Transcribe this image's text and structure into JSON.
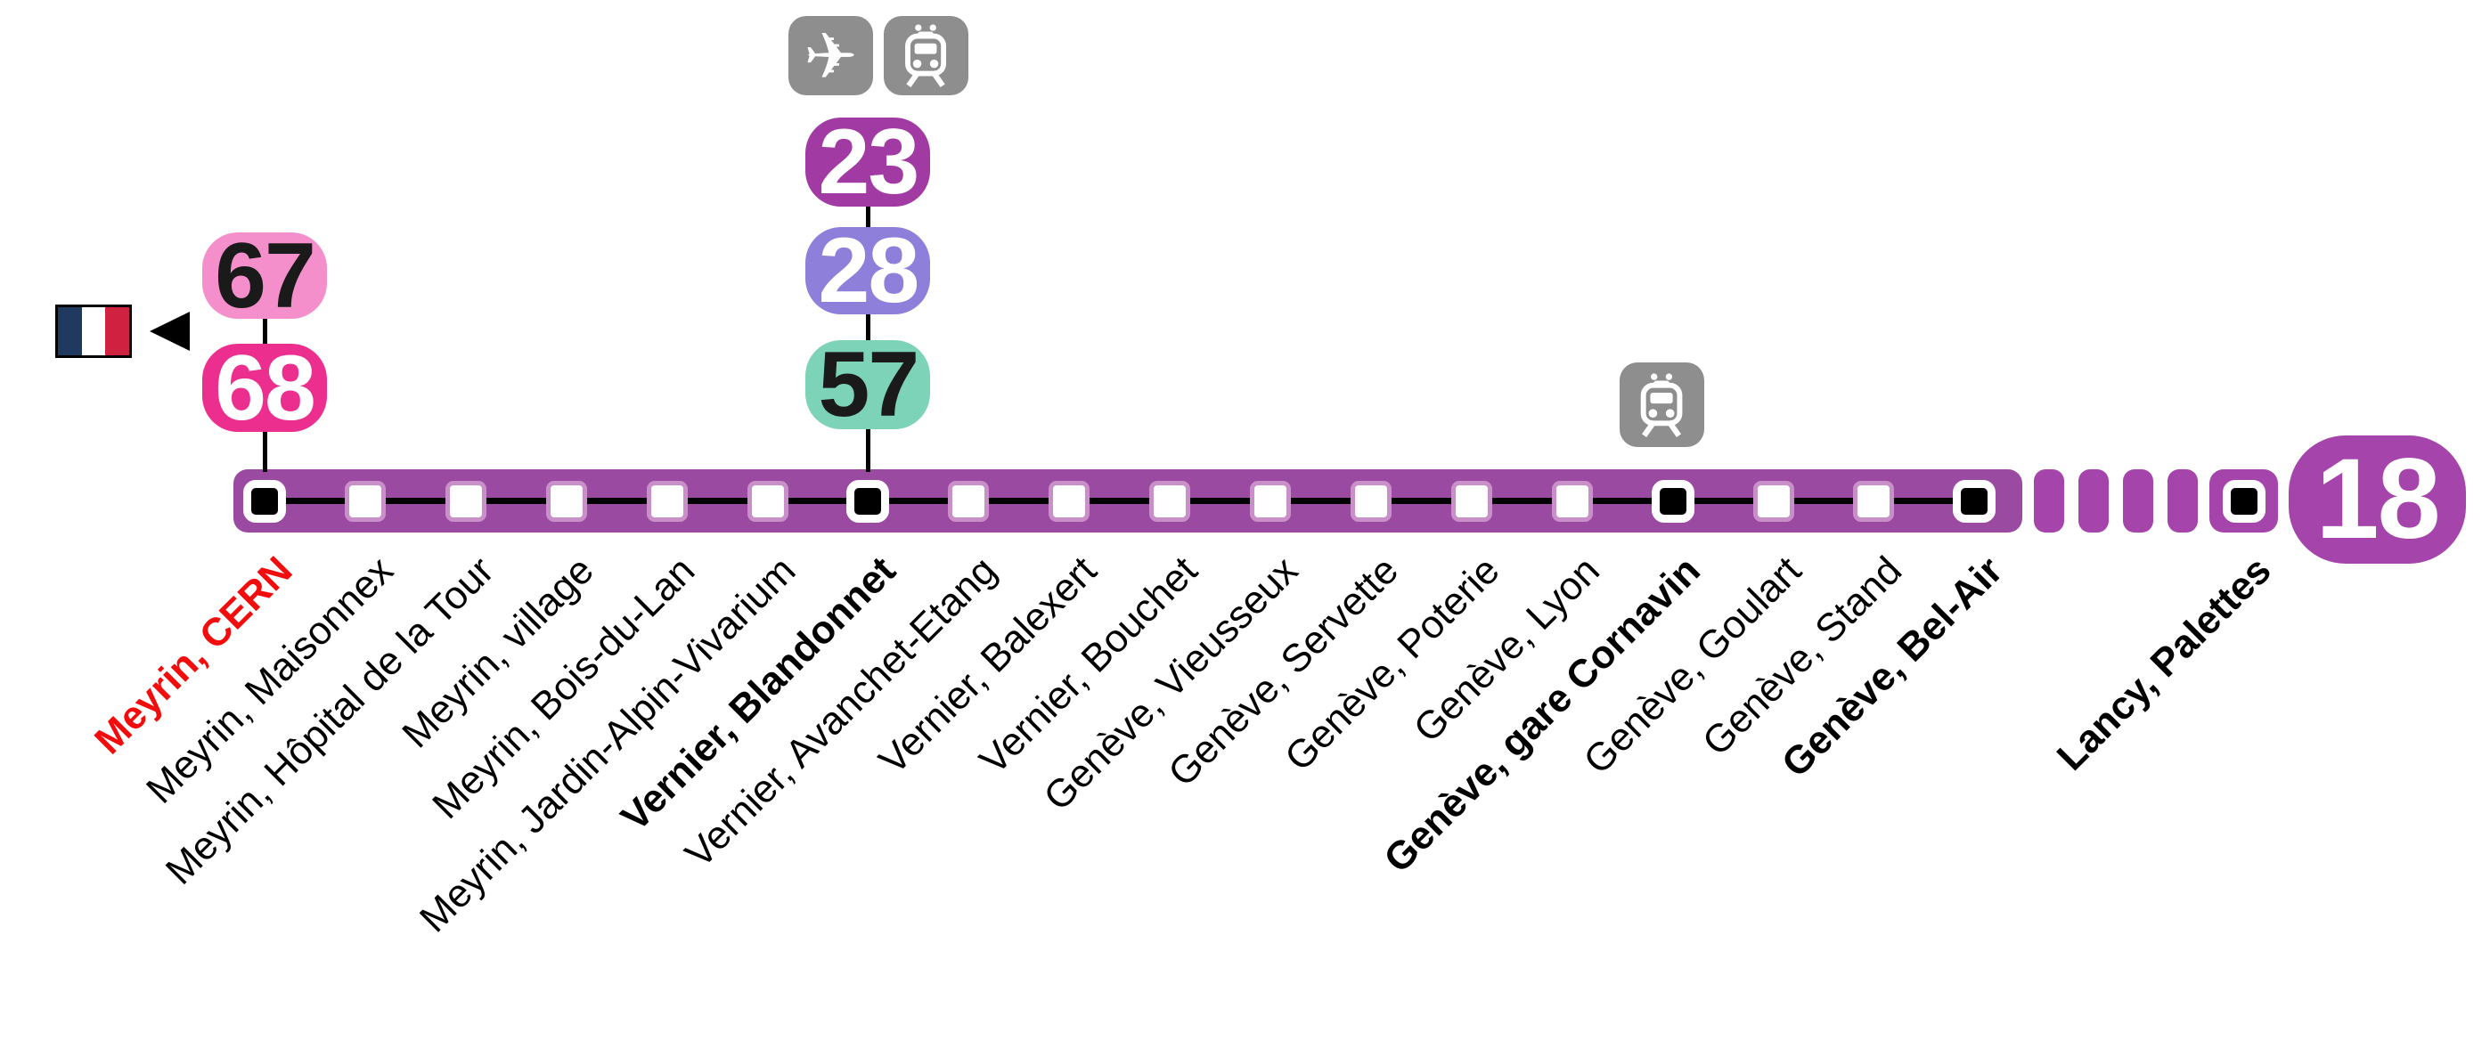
{
  "line": {
    "number": "18",
    "bar_color": "#9B4AA1",
    "accent_color": "#A545AB",
    "marker_halo_color": "#C98FC9",
    "connector_color": "#000000",
    "cern_label_color": "#F20C0C"
  },
  "terminus_badge": {
    "label": "18",
    "bg": "#A545AB",
    "fg": "#FFFFFF"
  },
  "direction": {
    "flag": "france-flag",
    "flag_colors": [
      "#1F3A5E",
      "#FFFFFF",
      "#D12140"
    ],
    "arrow": "left"
  },
  "transfer_icon_bg": "#8E8E8E",
  "connections": {
    "67": {
      "label": "67",
      "bg": "#F48FCB",
      "fg": "#1A1A1A"
    },
    "68": {
      "label": "68",
      "bg": "#EC2E8F",
      "fg": "#FFFFFF"
    },
    "23": {
      "label": "23",
      "bg": "#A13AA3",
      "fg": "#FFFFFF"
    },
    "28": {
      "label": "28",
      "bg": "#8E7FDB",
      "fg": "#FFFFFF"
    },
    "57": {
      "label": "57",
      "bg": "#7DD3B8",
      "fg": "#1A1A1A"
    }
  },
  "stops": [
    {
      "name": "Meyrin, CERN",
      "marker": "interchange",
      "bold": true,
      "red": true,
      "connections": [
        "67",
        "68"
      ],
      "icons": []
    },
    {
      "name": "Meyrin, Maisonnex",
      "marker": "regular",
      "bold": false,
      "red": false,
      "connections": [],
      "icons": []
    },
    {
      "name": "Meyrin, Hôpital de la Tour",
      "marker": "regular",
      "bold": false,
      "red": false,
      "connections": [],
      "icons": []
    },
    {
      "name": "Meyrin, village",
      "marker": "regular",
      "bold": false,
      "red": false,
      "connections": [],
      "icons": []
    },
    {
      "name": "Meyrin, Bois-du-Lan",
      "marker": "regular",
      "bold": false,
      "red": false,
      "connections": [],
      "icons": []
    },
    {
      "name": "Meyrin, Jardin-Alpin-Vivarium",
      "marker": "regular",
      "bold": false,
      "red": false,
      "connections": [],
      "icons": []
    },
    {
      "name": "Vernier, Blandonnet",
      "marker": "interchange",
      "bold": true,
      "red": false,
      "connections": [
        "23",
        "28",
        "57"
      ],
      "icons": [
        "airplane",
        "train"
      ]
    },
    {
      "name": "Vernier, Avanchet-Etang",
      "marker": "regular",
      "bold": false,
      "red": false,
      "connections": [],
      "icons": []
    },
    {
      "name": "Vernier, Balexert",
      "marker": "regular",
      "bold": false,
      "red": false,
      "connections": [],
      "icons": []
    },
    {
      "name": "Vernier, Bouchet",
      "marker": "regular",
      "bold": false,
      "red": false,
      "connections": [],
      "icons": []
    },
    {
      "name": "Genève, Vieusseux",
      "marker": "regular",
      "bold": false,
      "red": false,
      "connections": [],
      "icons": []
    },
    {
      "name": "Genève, Servette",
      "marker": "regular",
      "bold": false,
      "red": false,
      "connections": [],
      "icons": []
    },
    {
      "name": "Genève, Poterie",
      "marker": "regular",
      "bold": false,
      "red": false,
      "connections": [],
      "icons": []
    },
    {
      "name": "Genève, Lyon",
      "marker": "regular",
      "bold": false,
      "red": false,
      "connections": [],
      "icons": []
    },
    {
      "name": "Genève, gare Cornavin",
      "marker": "interchange",
      "bold": true,
      "red": false,
      "connections": [],
      "icons": [
        "train"
      ]
    },
    {
      "name": "Genève, Goulart",
      "marker": "regular",
      "bold": false,
      "red": false,
      "connections": [],
      "icons": []
    },
    {
      "name": "Genève, Stand",
      "marker": "regular",
      "bold": false,
      "red": false,
      "connections": [],
      "icons": []
    },
    {
      "name": "Genève, Bel-Air",
      "marker": "interchange",
      "bold": true,
      "red": false,
      "connections": [],
      "icons": []
    },
    {
      "name": "Lancy, Palettes",
      "marker": "terminal",
      "bold": true,
      "red": false,
      "connections": [],
      "icons": []
    }
  ]
}
